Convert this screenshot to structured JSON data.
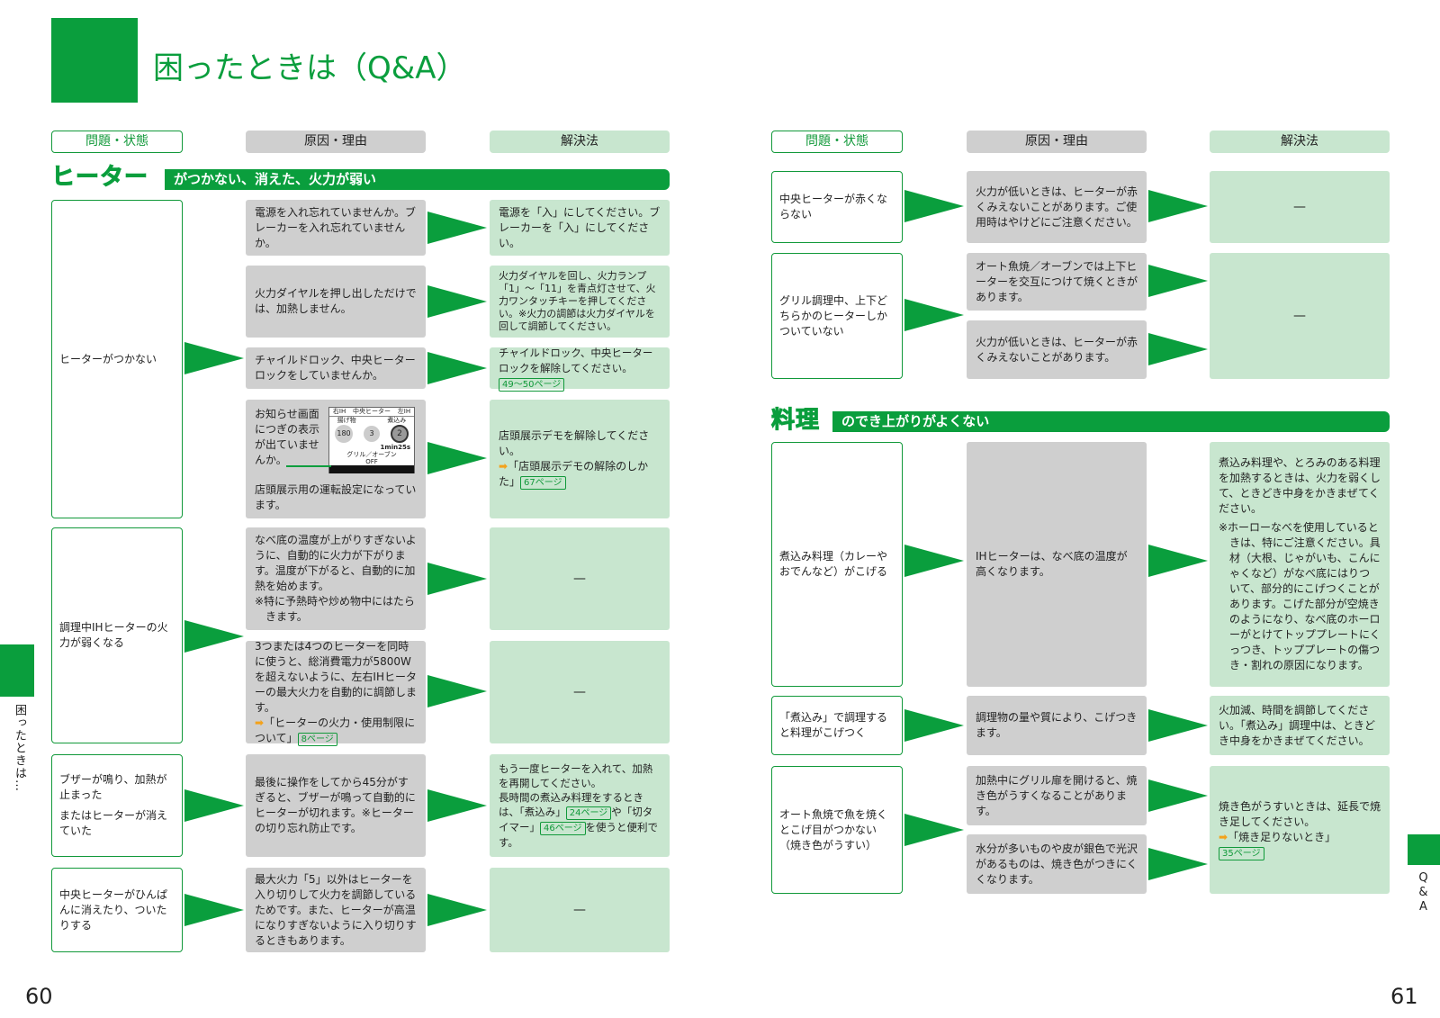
{
  "title": "困ったときは（Q&A）",
  "headers": {
    "problem": "問題・状態",
    "cause": "原因・理由",
    "solution": "解決法"
  },
  "section1": {
    "big": "ヒーター",
    "rest": "がつかない、消えた、火力が弱い"
  },
  "section2": {
    "big": "料理",
    "rest": "のでき上がりがよくない"
  },
  "left": {
    "p1": "ヒーターがつかない",
    "c1": "電源を入れ忘れていませんか。ブレーカーを入れ忘れていませんか。",
    "s1": "電源を「入」にしてください。ブレーカーを「入」にしてください。",
    "c2": "火力ダイヤルを押し出しただけでは、加熱しません。",
    "s2": "火力ダイヤルを回し、火力ランプ「1」～「11」を青点灯させて、火力ワンタッチキーを押してください。※火力の調節は火力ダイヤルを回して調節してください。",
    "c3": "チャイルドロック、中央ヒーターロックをしていませんか。",
    "s3": "チャイルドロック、中央ヒーターロックを解除してください。",
    "s3ref": "49～50ページ",
    "c4a": "お知らせ画面につぎの表示が出ていませんか。",
    "c4b": "店頭展示用の運転設定になっています。",
    "s4a": "店頭展示デモを解除してください。",
    "s4b": "「店頭展示デモの解除のしかた」",
    "s4ref": "67ページ",
    "disp": {
      "l1": "右IH",
      "l2": "中央ヒーター",
      "l3": "左IH",
      "v1": "180",
      "v2": "3",
      "v3": "2",
      "sub": "1min25s",
      "grill": "グリル／オーブン",
      "off": "OFF",
      "mode1": "揚げ物",
      "mode3": "煮込み"
    },
    "p2": "調理中IHヒーターの火力が弱くなる",
    "c5": "なべ底の温度が上がりすぎないように、自動的に火力が下がります。温度が下がると、自動的に加熱を始めます。",
    "c5note": "※特に予熱時や炒め物中にはたらきます。",
    "s5": "—",
    "c6": "3つまたは4つのヒーターを同時に使うと、総消費電力が5800Wを超えないように、左右IHヒーターの最大火力を自動的に調節します。",
    "c6link": "「ヒーターの火力・使用制限について」",
    "c6ref": "8ページ",
    "s6": "—",
    "p3a": "ブザーが鳴り、加熱が止まった",
    "p3b": "またはヒーターが消えていた",
    "c7": "最後に操作をしてから45分がすぎると、ブザーが鳴って自動的にヒーターが切れます。※ヒーターの切り忘れ防止です。",
    "s7a": "もう一度ヒーターを入れて、加熱を再開してください。",
    "s7b": "長時間の煮込み料理をするときは、「煮込み」",
    "s7ref1": "24ページ",
    "s7c": "や「切タイマー」",
    "s7ref2": "46ページ",
    "s7d": "を使うと便利です。",
    "p4": "中央ヒーターがひんぱんに消えたり、ついたりする",
    "c8": "最大火力「5」以外はヒーターを入り切りして火力を調節しているためです。また、ヒーターが高温になりすぎないように入り切りするときもあります。",
    "s8": "—"
  },
  "right": {
    "p1": "中央ヒーターが赤くならない",
    "c1": "火力が低いときは、ヒーターが赤くみえないことがあります。ご使用時はやけどにご注意ください。",
    "s1": "—",
    "p2": "グリル調理中、上下どちらかのヒーターしかついていない",
    "c2": "オート魚焼／オーブンでは上下ヒーターを交互につけて焼くときがあります。",
    "c3": "火力が低いときは、ヒーターが赤くみえないことがあります。",
    "s2": "—",
    "p3": "煮込み料理（カレーやおでんなど）がこげる",
    "c4": "IHヒーターは、なべ底の温度が高くなります。",
    "s4a": "煮込み料理や、とろみのある料理を加熱するときは、火力を弱くして、ときどき中身をかきまぜてください。",
    "s4b": "※ホーローなべを使用しているときは、特にご注意ください。具材（大根、じゃがいも、こんにゃくなど）がなべ底にはりついて、部分的にこげつくことがあります。こげた部分が空焼きのようになり、なべ底のホーローがとけてトッププレートにくっつき、トッププレートの傷つき・割れの原因になります。",
    "p4": "「煮込み」で調理すると料理がこげつく",
    "c5": "調理物の量や質により、こげつきます。",
    "s5": "火加減、時間を調節してください。「煮込み」調理中は、ときどき中身をかきまぜてください。",
    "p5": "オート魚焼で魚を焼くとこげ目がつかない（焼き色がうすい）",
    "c6": "加熱中にグリル扉を開けると、焼き色がうすくなることがあります。",
    "c7": "水分が多いものや皮が銀色で光沢があるものは、焼き色がつきにくくなります。",
    "s6a": "焼き色がうすいときは、延長で焼き足してください。",
    "s6b": "「焼き足りないとき」",
    "s6ref": "35ページ"
  },
  "sidetab_left": "困ったときは…",
  "sidetab_right": "Q&A",
  "page_left": "60",
  "page_right": "61"
}
